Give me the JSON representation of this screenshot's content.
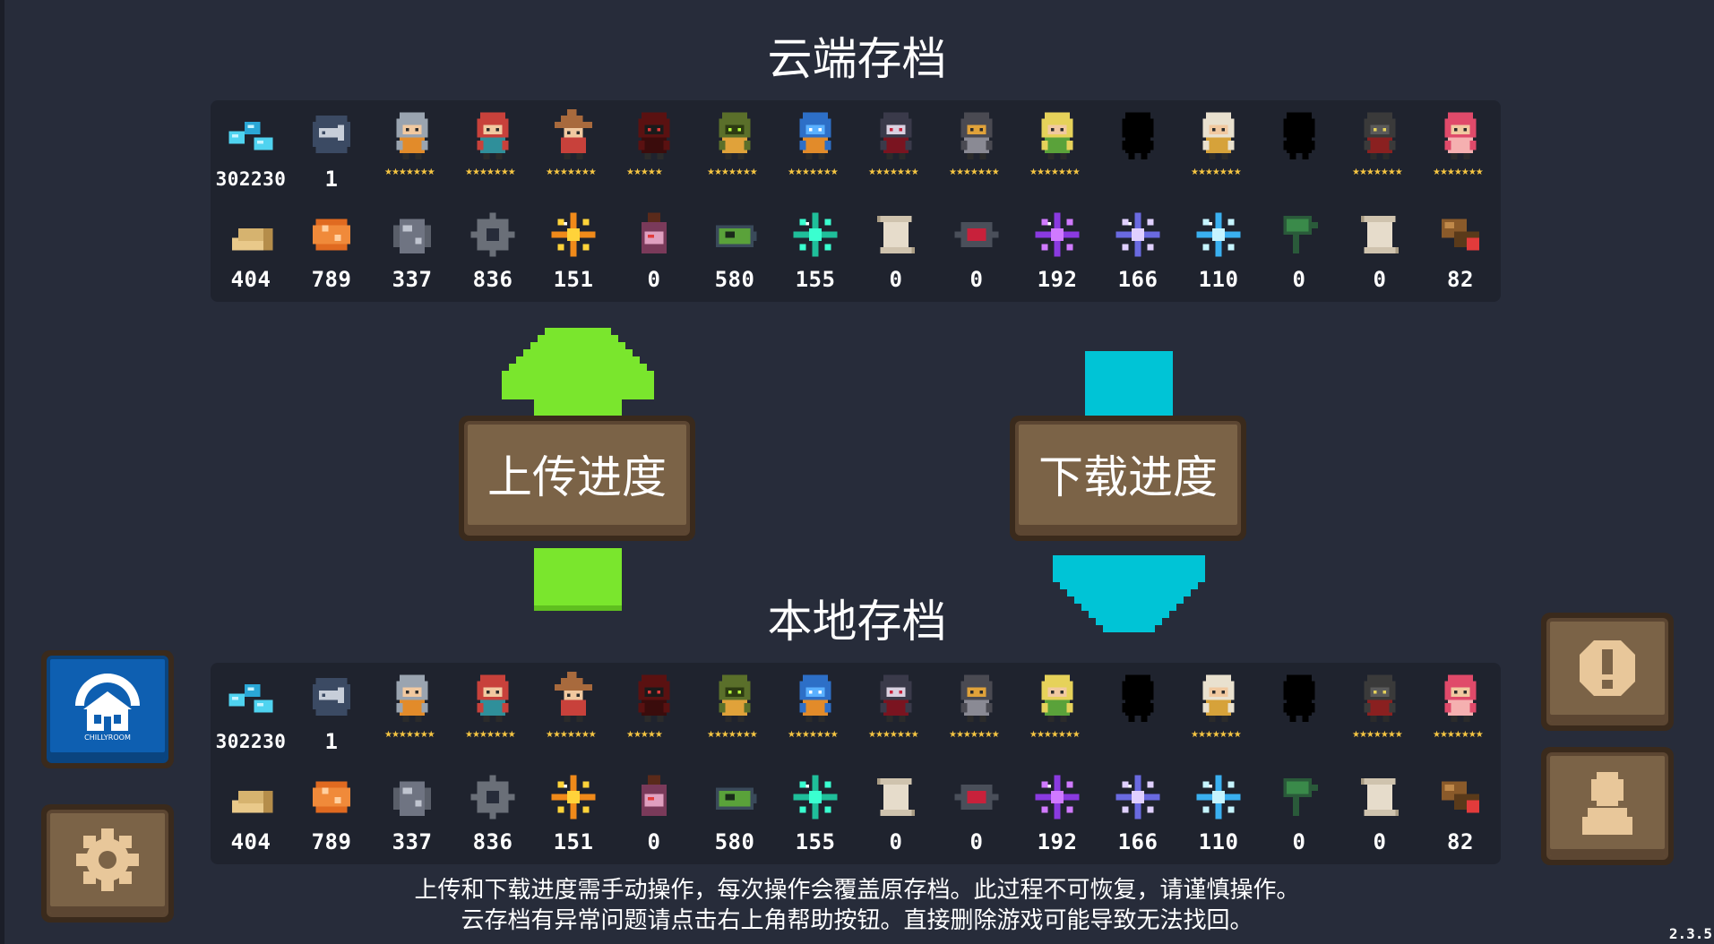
{
  "cloud": {
    "title": "云端存档",
    "characters": [
      {
        "icon": "gem-icon",
        "count": "302230"
      },
      {
        "icon": "fish-token-icon",
        "count": "1"
      },
      {
        "icon": "knight-character-icon",
        "stars": "★★★★★★★"
      },
      {
        "icon": "rogue-character-icon",
        "stars": "★★★★★★★"
      },
      {
        "icon": "wizard-character-icon",
        "stars": "★★★★★★★"
      },
      {
        "icon": "assassin-character-icon",
        "stars": "★★★★★"
      },
      {
        "icon": "alchemist-character-icon",
        "stars": "★★★★★★★"
      },
      {
        "icon": "engineer-character-icon",
        "stars": "★★★★★★★"
      },
      {
        "icon": "vampire-character-icon",
        "stars": "★★★★★★★"
      },
      {
        "icon": "paladin-character-icon",
        "stars": "★★★★★★★"
      },
      {
        "icon": "elf-character-icon",
        "stars": "★★★★★★★"
      },
      {
        "icon": "locked-character-silhouette-icon",
        "stars": ""
      },
      {
        "icon": "priestess-character-icon",
        "stars": "★★★★★★★"
      },
      {
        "icon": "locked-character-silhouette-icon",
        "stars": ""
      },
      {
        "icon": "werewolf-character-icon",
        "stars": "★★★★★★★"
      },
      {
        "icon": "berserker-character-icon",
        "stars": "★★★★★★★"
      }
    ],
    "materials": [
      {
        "icon": "wood-log-icon",
        "count": "404"
      },
      {
        "icon": "copper-ore-icon",
        "count": "789"
      },
      {
        "icon": "iron-ore-icon",
        "count": "337"
      },
      {
        "icon": "gear-part-icon",
        "count": "836"
      },
      {
        "icon": "fire-crystal-icon",
        "count": "151"
      },
      {
        "icon": "potion-bottle-icon",
        "count": "0"
      },
      {
        "icon": "battery-icon",
        "count": "580"
      },
      {
        "icon": "green-crystal-icon",
        "count": "155"
      },
      {
        "icon": "scroll-icon",
        "count": "0"
      },
      {
        "icon": "red-device-icon",
        "count": "0"
      },
      {
        "icon": "purple-crystal-icon",
        "count": "192"
      },
      {
        "icon": "violet-crystal-icon",
        "count": "166"
      },
      {
        "icon": "ice-crystal-icon",
        "count": "110"
      },
      {
        "icon": "green-key-icon",
        "count": "0"
      },
      {
        "icon": "scroll-icon",
        "count": "0"
      },
      {
        "icon": "cannon-icon",
        "count": "82"
      }
    ]
  },
  "local": {
    "title": "本地存档",
    "characters": [
      {
        "icon": "gem-icon",
        "count": "302230"
      },
      {
        "icon": "fish-token-icon",
        "count": "1"
      },
      {
        "icon": "knight-character-icon",
        "stars": "★★★★★★★"
      },
      {
        "icon": "rogue-character-icon",
        "stars": "★★★★★★★"
      },
      {
        "icon": "wizard-character-icon",
        "stars": "★★★★★★★"
      },
      {
        "icon": "assassin-character-icon",
        "stars": "★★★★★"
      },
      {
        "icon": "alchemist-character-icon",
        "stars": "★★★★★★★"
      },
      {
        "icon": "engineer-character-icon",
        "stars": "★★★★★★★"
      },
      {
        "icon": "vampire-character-icon",
        "stars": "★★★★★★★"
      },
      {
        "icon": "paladin-character-icon",
        "stars": "★★★★★★★"
      },
      {
        "icon": "elf-character-icon",
        "stars": "★★★★★★★"
      },
      {
        "icon": "locked-character-silhouette-icon",
        "stars": ""
      },
      {
        "icon": "priestess-character-icon",
        "stars": "★★★★★★★"
      },
      {
        "icon": "locked-character-silhouette-icon",
        "stars": ""
      },
      {
        "icon": "werewolf-character-icon",
        "stars": "★★★★★★★"
      },
      {
        "icon": "berserker-character-icon",
        "stars": "★★★★★★★"
      }
    ],
    "materials": [
      {
        "icon": "wood-log-icon",
        "count": "404"
      },
      {
        "icon": "copper-ore-icon",
        "count": "789"
      },
      {
        "icon": "iron-ore-icon",
        "count": "337"
      },
      {
        "icon": "gear-part-icon",
        "count": "836"
      },
      {
        "icon": "fire-crystal-icon",
        "count": "151"
      },
      {
        "icon": "potion-bottle-icon",
        "count": "0"
      },
      {
        "icon": "battery-icon",
        "count": "580"
      },
      {
        "icon": "green-crystal-icon",
        "count": "155"
      },
      {
        "icon": "scroll-icon",
        "count": "0"
      },
      {
        "icon": "red-device-icon",
        "count": "0"
      },
      {
        "icon": "purple-crystal-icon",
        "count": "192"
      },
      {
        "icon": "violet-crystal-icon",
        "count": "166"
      },
      {
        "icon": "ice-crystal-icon",
        "count": "110"
      },
      {
        "icon": "green-key-icon",
        "count": "0"
      },
      {
        "icon": "scroll-icon",
        "count": "0"
      },
      {
        "icon": "cannon-icon",
        "count": "82"
      }
    ]
  },
  "actions": {
    "upload_label": "上传进度",
    "download_label": "下载进度"
  },
  "side_buttons": {
    "brand_icon": "chillyroom-logo-icon",
    "brand_text": "CHILLYROOM",
    "settings_icon": "gear-icon",
    "help_icon": "exclamation-icon",
    "account_icon": "person-icon"
  },
  "notice": {
    "line1": "上传和下载进度需手动操作，每次操作会覆盖原存档。此过程不可恢复，请谨慎操作。",
    "line2": "云存档有异常问题请点击右上角帮助按钮。直接删除游戏可能导致无法找回。"
  },
  "version": "2.3.5",
  "colors": {
    "background": "#272c3a",
    "panel": "#1f232e",
    "upload_arrow": "#7ae62d",
    "download_arrow": "#00c4d6",
    "button_wood": "#7b6347",
    "star": "#f5c542"
  }
}
